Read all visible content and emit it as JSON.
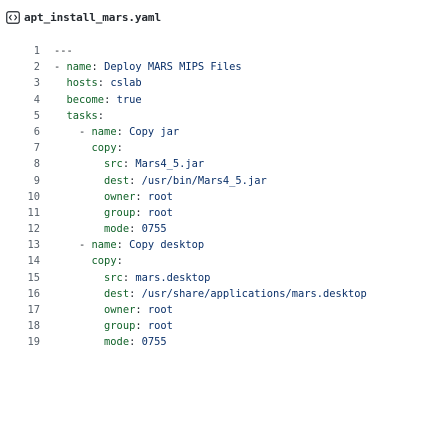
{
  "file": {
    "name": "apt_install_mars.yaml",
    "icon": "file-code-icon"
  },
  "code": {
    "lines": [
      {
        "n": "1",
        "indent": "",
        "prefix": "",
        "key": "",
        "sep": "",
        "value": "---"
      },
      {
        "n": "2",
        "indent": "",
        "prefix": "- ",
        "key": "name",
        "sep": ": ",
        "value": "Deploy MARS MIPS Files"
      },
      {
        "n": "3",
        "indent": "  ",
        "prefix": "",
        "key": "hosts",
        "sep": ": ",
        "value": "cslab"
      },
      {
        "n": "4",
        "indent": "  ",
        "prefix": "",
        "key": "become",
        "sep": ": ",
        "value": "true"
      },
      {
        "n": "5",
        "indent": "  ",
        "prefix": "",
        "key": "tasks",
        "sep": ":",
        "value": ""
      },
      {
        "n": "6",
        "indent": "    ",
        "prefix": "- ",
        "key": "name",
        "sep": ": ",
        "value": "Copy jar"
      },
      {
        "n": "7",
        "indent": "      ",
        "prefix": "",
        "key": "copy",
        "sep": ":",
        "value": ""
      },
      {
        "n": "8",
        "indent": "        ",
        "prefix": "",
        "key": "src",
        "sep": ": ",
        "value": "Mars4_5.jar"
      },
      {
        "n": "9",
        "indent": "        ",
        "prefix": "",
        "key": "dest",
        "sep": ": ",
        "value": "/usr/bin/Mars4_5.jar"
      },
      {
        "n": "10",
        "indent": "        ",
        "prefix": "",
        "key": "owner",
        "sep": ": ",
        "value": "root"
      },
      {
        "n": "11",
        "indent": "        ",
        "prefix": "",
        "key": "group",
        "sep": ": ",
        "value": "root"
      },
      {
        "n": "12",
        "indent": "        ",
        "prefix": "",
        "key": "mode",
        "sep": ": ",
        "value": "0755"
      },
      {
        "n": "13",
        "indent": "    ",
        "prefix": "- ",
        "key": "name",
        "sep": ": ",
        "value": "Copy desktop"
      },
      {
        "n": "14",
        "indent": "      ",
        "prefix": "",
        "key": "copy",
        "sep": ":",
        "value": ""
      },
      {
        "n": "15",
        "indent": "        ",
        "prefix": "",
        "key": "src",
        "sep": ": ",
        "value": "mars.desktop"
      },
      {
        "n": "16",
        "indent": "        ",
        "prefix": "",
        "key": "dest",
        "sep": ": ",
        "value": "/usr/share/applications/mars.desktop"
      },
      {
        "n": "17",
        "indent": "        ",
        "prefix": "",
        "key": "owner",
        "sep": ": ",
        "value": "root"
      },
      {
        "n": "18",
        "indent": "        ",
        "prefix": "",
        "key": "group",
        "sep": ": ",
        "value": "root"
      },
      {
        "n": "19",
        "indent": "        ",
        "prefix": "",
        "key": "mode",
        "sep": ": ",
        "value": "0755"
      }
    ]
  },
  "colors": {
    "key": "#116329",
    "value": "#0a3069",
    "line_number": "#57606a",
    "text": "#24292f"
  }
}
